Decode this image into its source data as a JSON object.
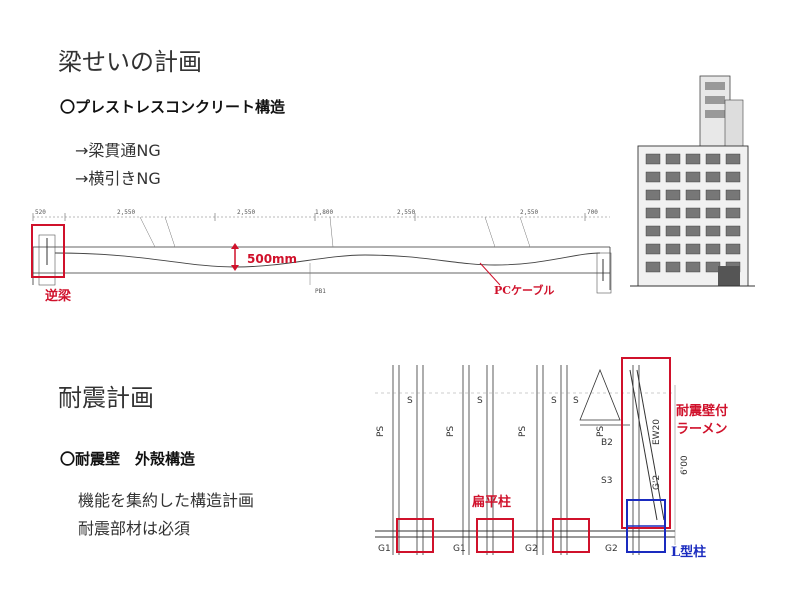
{
  "section1": {
    "title": "梁せいの計画",
    "bullet": "〇プレストレスコンクリート構造",
    "lines": [
      "→梁貫通NG",
      "→横引きNG"
    ]
  },
  "beam_figure": {
    "dims": [
      "520",
      "2,550",
      "2,550",
      "1,800",
      "2,550",
      "2,550",
      "700"
    ],
    "depth_label": "500mm",
    "reverse_beam_label": "逆梁",
    "cable_label": "PCケーブル",
    "pb_label": "PB1"
  },
  "section2": {
    "title": "耐震計画",
    "bullet": "〇耐震壁　外殻構造",
    "lines": [
      "機能を集約した構造計画",
      "耐震部材は必須"
    ]
  },
  "plan_figure": {
    "ps_labels": [
      "PS",
      "S",
      "PS",
      "S",
      "PS",
      "S",
      "PS",
      "S"
    ],
    "beam_labels": [
      "B2",
      "S3",
      "EW20",
      "G'2",
      "6'00"
    ],
    "girder_labels": [
      "G1",
      "G1",
      "G2",
      "G2"
    ],
    "flat_column_label": "扁平柱",
    "wall_frame_label_1": "耐震壁付",
    "wall_frame_label_2": "ラーメン",
    "l_column_label": "L型柱"
  },
  "colors": {
    "highlight_red": "#d0112b",
    "highlight_blue": "#1a2bbf"
  }
}
